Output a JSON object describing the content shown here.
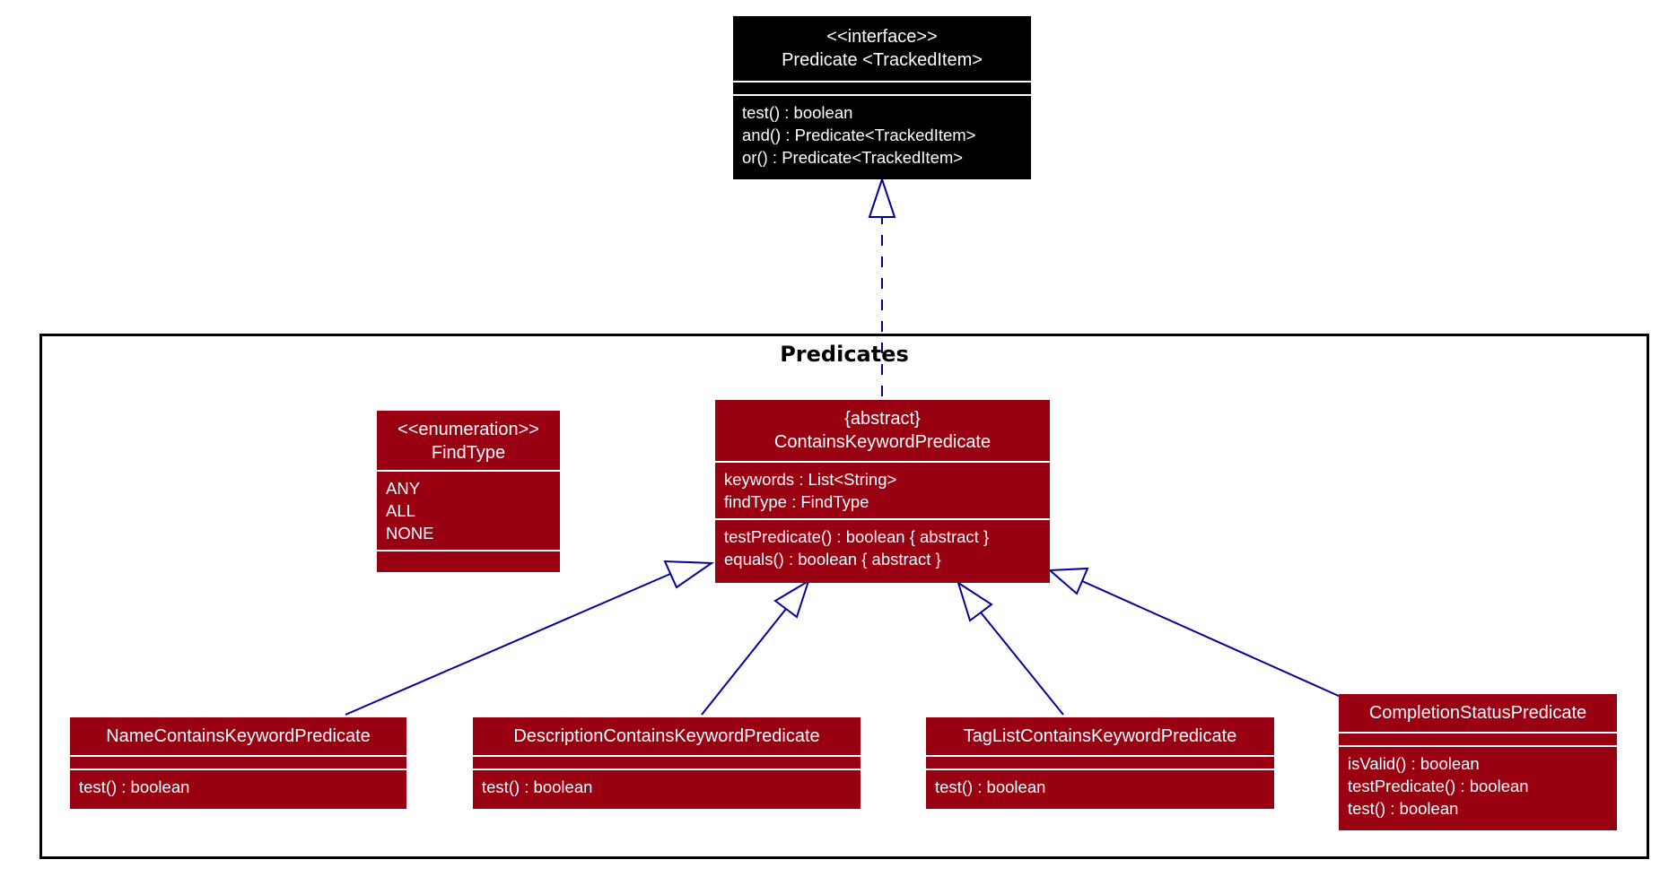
{
  "package": {
    "name": "Predicates"
  },
  "classes": {
    "predicate": {
      "stereotype": "<<interface>>",
      "name": "Predicate <TrackedItem>",
      "methods": [
        "test() : boolean",
        "and() : Predicate<TrackedItem>",
        "or() : Predicate<TrackedItem>"
      ]
    },
    "contains": {
      "stereotype": "{abstract}",
      "name": "ContainsKeywordPredicate",
      "fields": [
        "keywords : List<String>",
        "findType : FindType"
      ],
      "methods": [
        "testPredicate() : boolean { abstract }",
        "equals() : boolean { abstract }"
      ]
    },
    "findtype": {
      "stereotype": "<<enumeration>>",
      "name": "FindType",
      "values": [
        "ANY",
        "ALL",
        "NONE"
      ]
    },
    "name_pred": {
      "name": "NameContainsKeywordPredicate",
      "methods": [
        "test() : boolean"
      ]
    },
    "desc_pred": {
      "name": "DescriptionContainsKeywordPredicate",
      "methods": [
        "test() : boolean"
      ]
    },
    "tag_pred": {
      "name": "TagListContainsKeywordPredicate",
      "methods": [
        "test() : boolean"
      ]
    },
    "status_pred": {
      "name": "CompletionStatusPredicate",
      "methods": [
        "isValid() : boolean",
        "testPredicate() : boolean",
        "test() : boolean"
      ]
    }
  },
  "colors": {
    "interface": "#000000",
    "class": "#990011",
    "arrow": "#000099",
    "text": "#ffffff"
  }
}
